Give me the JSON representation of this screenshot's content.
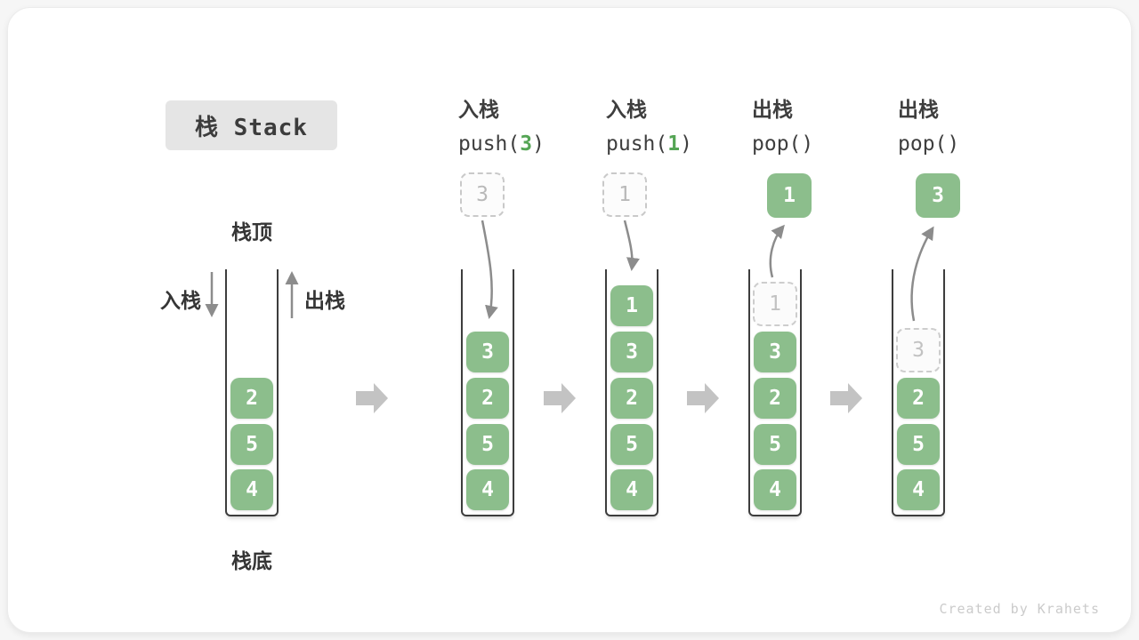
{
  "page": {
    "title_badge": "栈 Stack",
    "watermark": "Created by Krahets"
  },
  "first_column": {
    "top_label": "栈顶",
    "bottom_label": "栈底",
    "push_label": "入栈",
    "pop_label": "出栈",
    "cells": [
      "2",
      "5",
      "4"
    ]
  },
  "steps": [
    {
      "name": "push-3",
      "action_label": "入栈",
      "code_pre": "push(",
      "code_arg": "3",
      "code_post": ")",
      "floating_value": "3",
      "floating_style": "dashed",
      "cells": [
        "3",
        "2",
        "5",
        "4"
      ],
      "ghost": null
    },
    {
      "name": "push-1",
      "action_label": "入栈",
      "code_pre": "push(",
      "code_arg": "1",
      "code_post": ")",
      "floating_value": "1",
      "floating_style": "dashed",
      "cells": [
        "1",
        "3",
        "2",
        "5",
        "4"
      ],
      "ghost": null
    },
    {
      "name": "pop-1",
      "action_label": "出栈",
      "code_pre": "pop(",
      "code_arg": "",
      "code_post": ")",
      "floating_value": "1",
      "floating_style": "solid",
      "cells": [
        "3",
        "2",
        "5",
        "4"
      ],
      "ghost": "1"
    },
    {
      "name": "pop-3",
      "action_label": "出栈",
      "code_pre": "pop(",
      "code_arg": "",
      "code_post": ")",
      "floating_value": "3",
      "floating_style": "solid",
      "cells": [
        "2",
        "5",
        "4"
      ],
      "ghost": "3"
    }
  ],
  "colors": {
    "cell_green": "#8CBE8C",
    "code_arg_green": "#55A555",
    "text_dark": "#3E3E3E",
    "wall_dark": "#3D3D3D",
    "flow_arrow_gray": "#C3C3C3",
    "motion_arrow_gray": "#8C8C8C",
    "dashed_border_gray": "#C9C9C9",
    "title_badge_bg": "#E5E5E5",
    "watermark_gray": "#CBCBCB"
  }
}
